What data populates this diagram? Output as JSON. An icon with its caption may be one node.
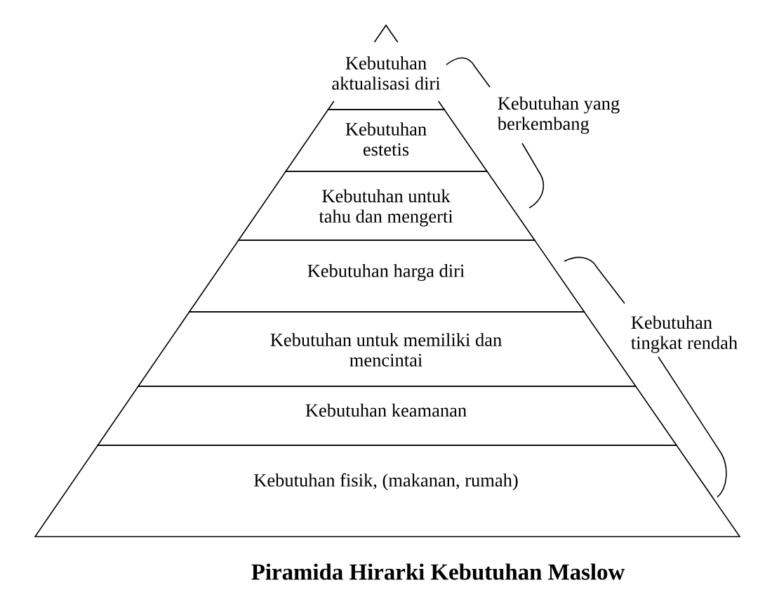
{
  "diagram": {
    "caption": "Piramida Hirarki Kebutuhan Maslow",
    "nodes": [
      {
        "text": [
          "Kebutuhan aktualisasi diri"
        ]
      },
      {
        "text": [
          "Kebutuhan estetis"
        ]
      },
      {
        "text": [
          "Kebutuhan untuk tahu dan mengerti"
        ]
      },
      {
        "text": [
          "Kebutuhan harga diri"
        ]
      },
      {
        "text": [
          "Kebutuhan untuk memiliki dan mencintai"
        ]
      },
      {
        "text": [
          "Kebutuhan keamanan"
        ]
      },
      {
        "text": [
          "Kebutuhan fisik, (makanan, rumah)"
        ]
      }
    ],
    "labels": [
      "Kebutuhan yang berkembang",
      "Kebutuhan tingkat rendah"
    ]
  }
}
